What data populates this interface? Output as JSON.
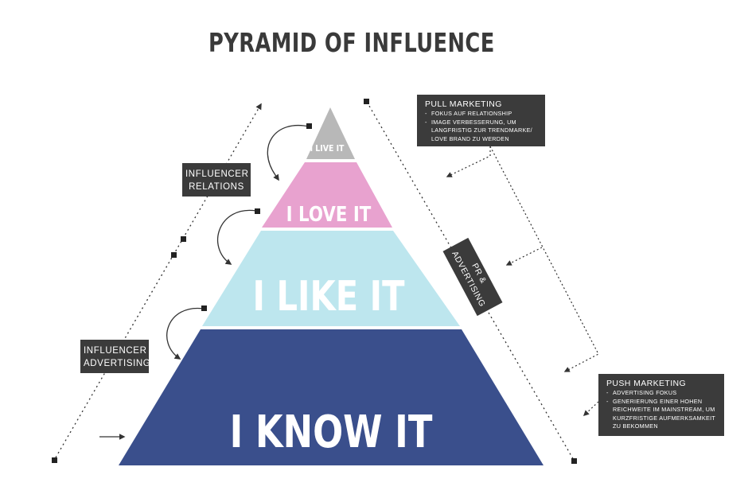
{
  "title": "PYRAMID OF INFLUENCE",
  "pyramid": {
    "tiers": [
      {
        "label": "I LIVE IT",
        "color": "#b8b8b8"
      },
      {
        "label": "I LOVE IT",
        "color": "#e8a2cf"
      },
      {
        "label": "I LIKE IT",
        "color": "#bde6ee"
      },
      {
        "label": "I KNOW IT",
        "color": "#3a4f8c"
      }
    ]
  },
  "labels": {
    "influencer_relations": [
      "INFLUENCER",
      "RELATIONS"
    ],
    "influencer_advertising": [
      "INFLUENCER",
      "ADVERTISING"
    ],
    "pr_advertising": [
      "PR &",
      "ADVERTISING"
    ]
  },
  "pull_marketing": {
    "heading": "PULL MARKETING",
    "items": [
      [
        "FOKUS AUF RELATIONSHIP"
      ],
      [
        "IMAGE VERBESSERUNG, UM",
        "LANGFRISTIG ZUR TRENDMARKE/",
        "LOVE BRAND ZU WERDEN"
      ]
    ]
  },
  "push_marketing": {
    "heading": "PUSH MARKETING",
    "items": [
      [
        "ADVERTISING FOKUS"
      ],
      [
        "GENERIERUNG EINER HOHEN",
        "REICHWEITE IM MAINSTREAM, UM",
        "KURZFRISTIGE AUFMERKSAMKEIT",
        "ZU BEKOMMEN"
      ]
    ]
  },
  "colors": {
    "dark_box": "#3b3b3b",
    "title_text": "#3a3a3a",
    "line": "#333333"
  }
}
